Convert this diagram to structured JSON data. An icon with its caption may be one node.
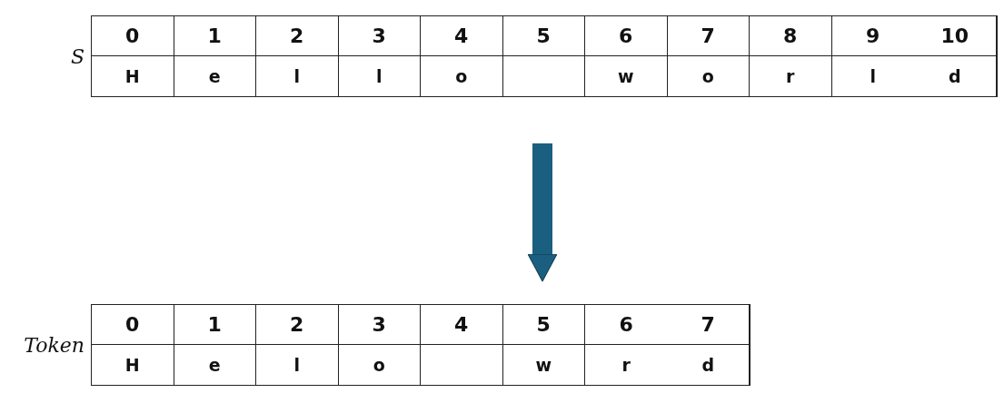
{
  "diagram": {
    "nodes": [
      {
        "text": [
          "S"
        ]
      },
      {
        "text": [
          "0"
        ],
        "in": 0
      },
      {
        "text": [
          "1"
        ],
        "in": 0
      },
      {
        "text": [
          "2"
        ],
        "in": 0
      },
      {
        "text": [
          "3"
        ],
        "in": 0
      },
      {
        "text": [
          "4"
        ],
        "in": 0
      },
      {
        "text": [
          "5"
        ],
        "in": 0
      },
      {
        "text": [
          "6"
        ],
        "in": 0
      },
      {
        "text": [
          "7"
        ],
        "in": 0
      },
      {
        "text": [
          "8"
        ],
        "in": 0
      },
      {
        "text": [
          "9"
        ],
        "in": 0
      },
      {
        "text": [
          "10"
        ],
        "in": 0
      },
      {
        "text": [
          "H"
        ],
        "in": 0
      },
      {
        "text": [
          "e"
        ],
        "in": 0
      },
      {
        "text": [
          "l"
        ],
        "in": 0
      },
      {
        "text": [
          "l"
        ],
        "in": 0
      },
      {
        "text": [
          "o"
        ],
        "in": 0
      },
      {
        "text": [],
        "shape": "box",
        "in": 0
      },
      {
        "text": [
          "w"
        ],
        "in": 0
      },
      {
        "text": [
          "o"
        ],
        "in": 0
      },
      {
        "text": [
          "r"
        ],
        "in": 0
      },
      {
        "text": [
          "l"
        ],
        "in": 0
      },
      {
        "text": [
          "d"
        ],
        "in": 0
      },
      {
        "text": [
          "Token"
        ]
      },
      {
        "text": [
          "0"
        ],
        "in": 23
      },
      {
        "text": [
          "1"
        ],
        "in": 23
      },
      {
        "text": [
          "2"
        ],
        "in": 23
      },
      {
        "text": [
          "3"
        ],
        "in": 23
      },
      {
        "text": [
          "4"
        ],
        "in": 23
      },
      {
        "text": [
          "5"
        ],
        "in": 23
      },
      {
        "text": [
          "6"
        ],
        "in": 23
      },
      {
        "text": [
          "7"
        ],
        "in": 23
      },
      {
        "text": [
          "H"
        ],
        "in": 23
      },
      {
        "text": [
          "e"
        ],
        "in": 23
      },
      {
        "text": [
          "l"
        ],
        "in": 23
      },
      {
        "text": [
          "o"
        ],
        "in": 23
      },
      {
        "text": [],
        "shape": "box",
        "in": 23
      },
      {
        "text": [
          "w"
        ],
        "in": 23
      },
      {
        "text": [
          "r"
        ],
        "in": 23
      },
      {
        "text": [
          "d"
        ],
        "in": 23
      }
    ],
    "edges": [
      {
        "from": 0,
        "to": 23,
        "arrow": "to",
        "color": "#1a5f80"
      }
    ]
  }
}
